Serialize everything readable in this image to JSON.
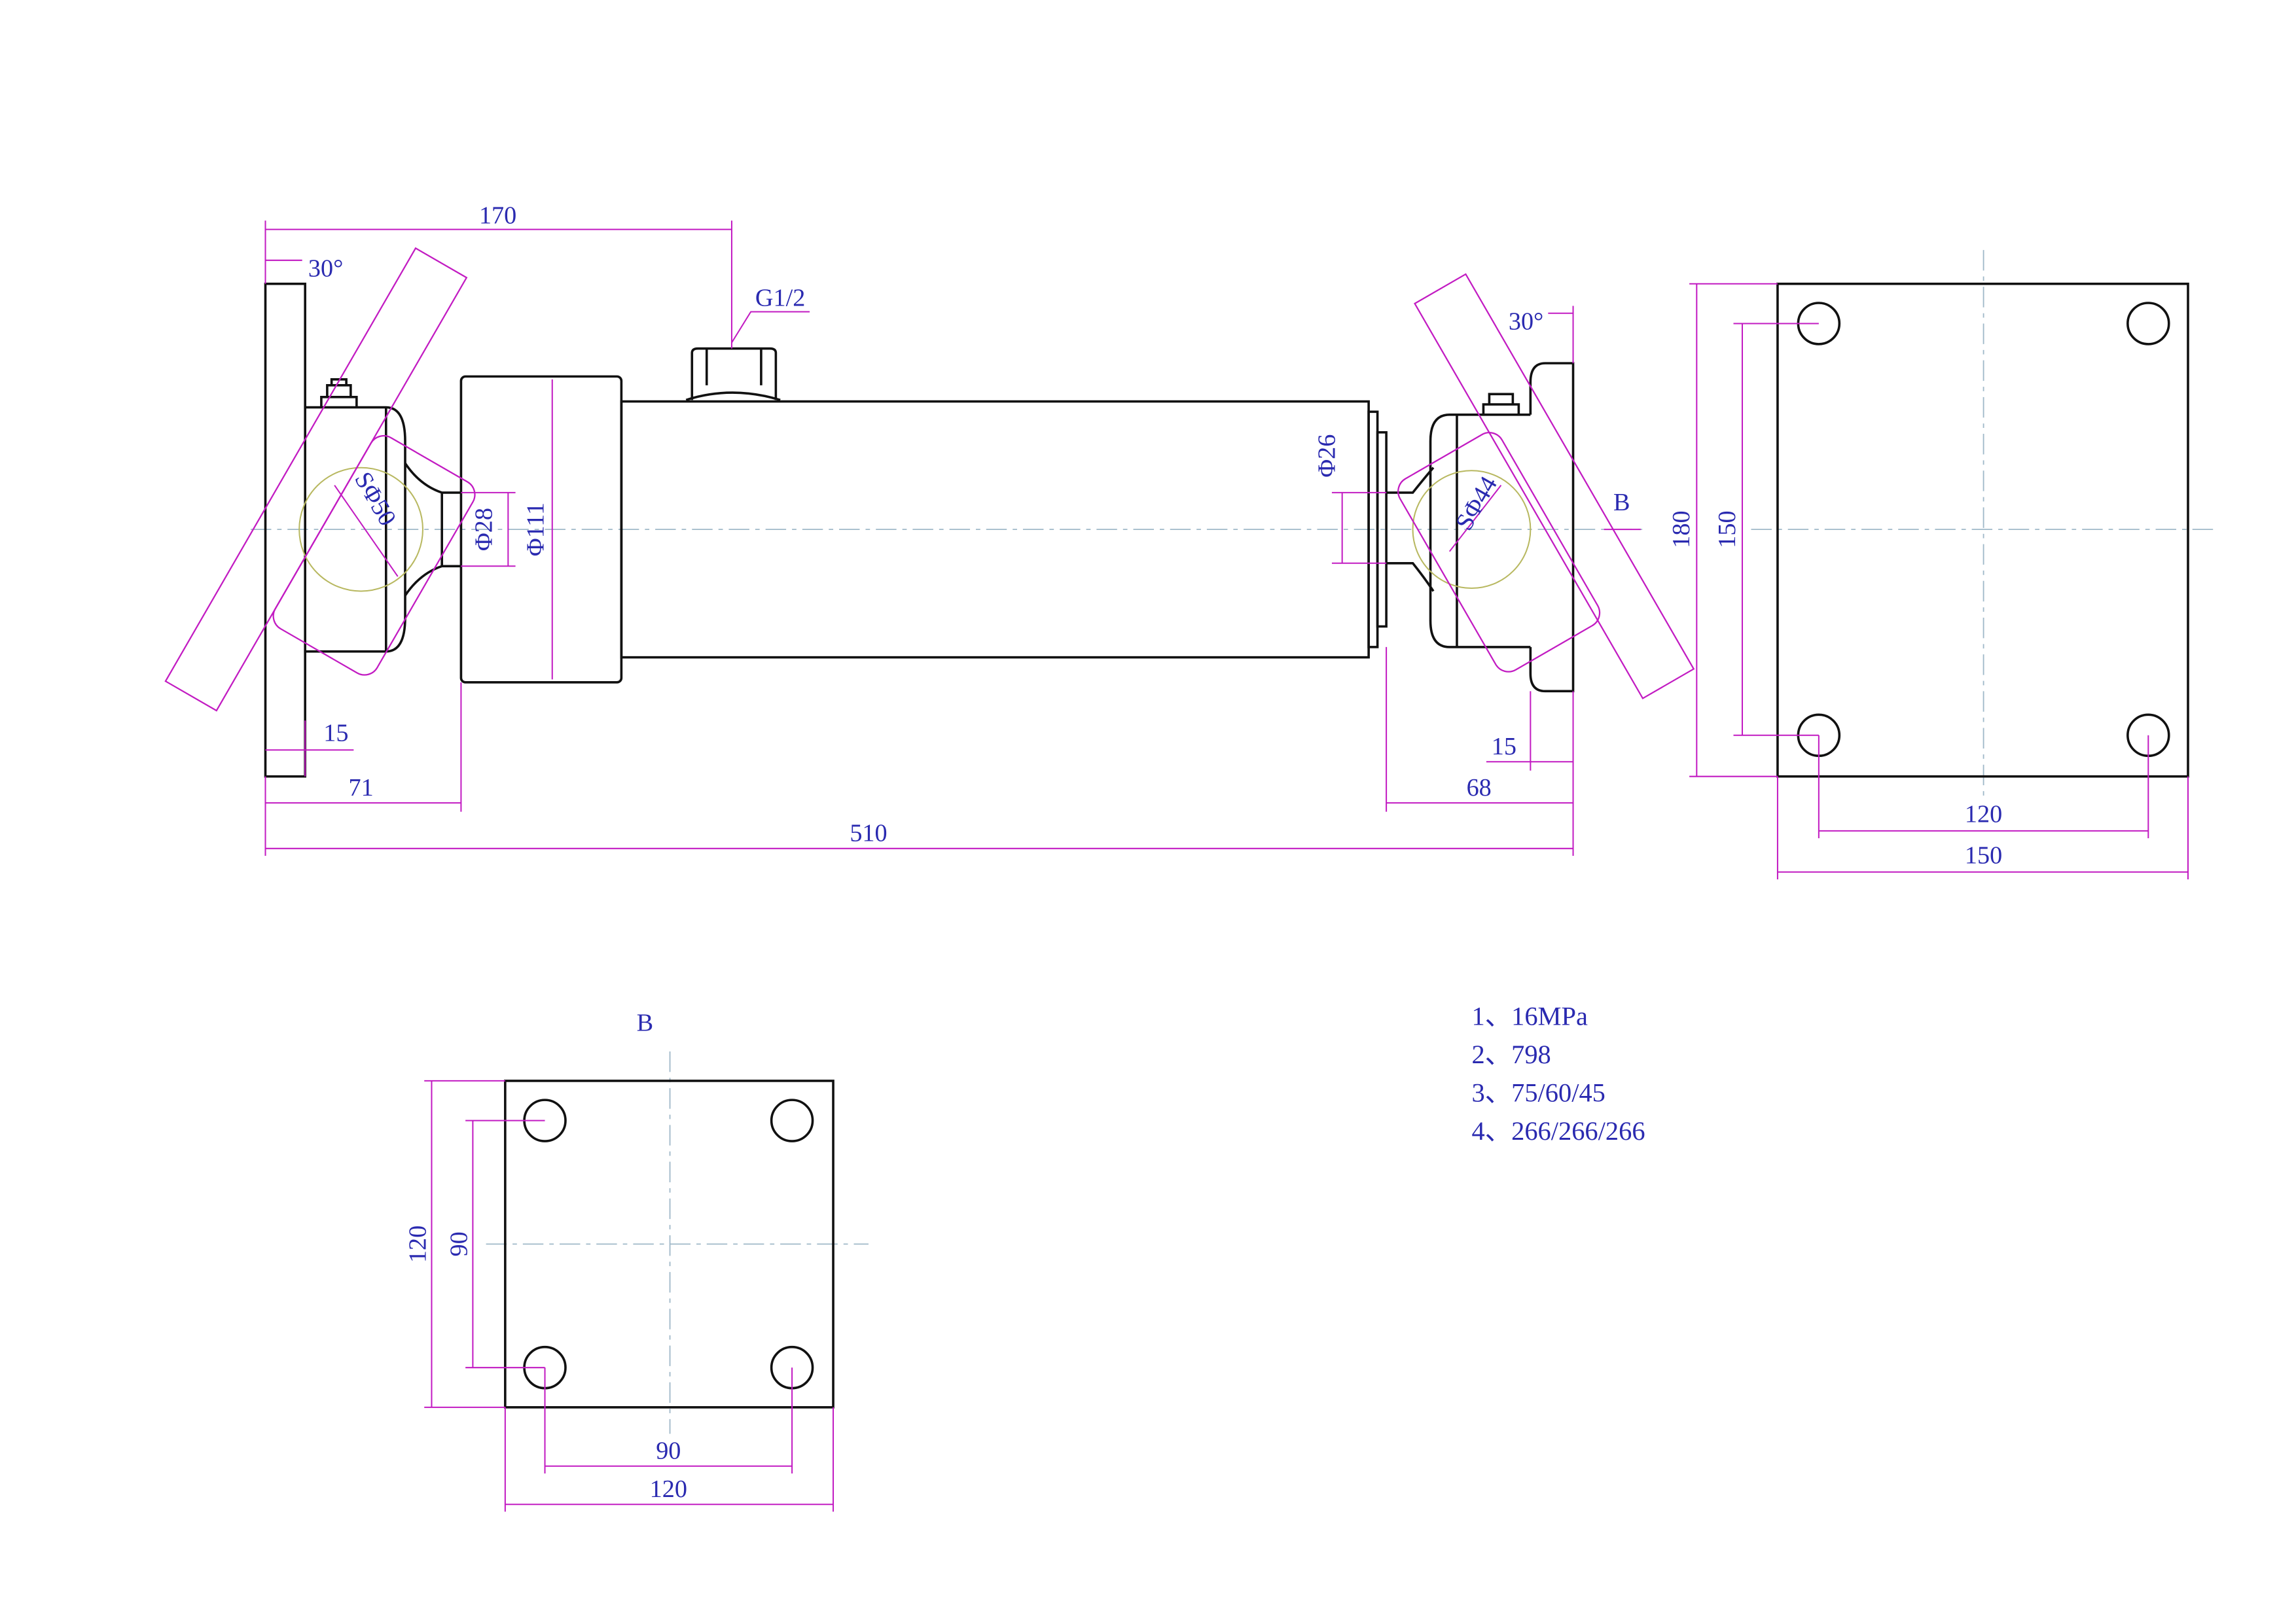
{
  "drawing": {
    "title": "Hydraulic cylinder outline drawing",
    "dimensions": {
      "top_length": "170",
      "angle_left": "30°",
      "port_thread": "G1/2",
      "gland_diameter": "Φ111",
      "rod_neck_left": "Φ28",
      "ball_left": "SΦ50",
      "rod_neck_right": "Φ26",
      "ball_right": "SΦ44",
      "angle_right": "30°",
      "view_marker": "B",
      "plate_thickness_left": "15",
      "left_offset": "71",
      "overall_length": "510",
      "plate_thickness_right": "15",
      "right_offset": "68"
    },
    "end_view": {
      "height_outer": "180",
      "height_holes": "150",
      "width_holes": "120",
      "width_outer": "150"
    },
    "view_b": {
      "label": "B",
      "height_outer": "120",
      "height_holes": "90",
      "width_holes": "90",
      "width_outer": "120"
    },
    "notes": [
      "1、16MPa",
      "2、798",
      "3、75/60/45",
      "4、266/266/266"
    ],
    "colors": {
      "object": "#111111",
      "dimension": "#c21bc2",
      "text": "#2a2ab0",
      "centerline": "#9fb8c8"
    }
  }
}
